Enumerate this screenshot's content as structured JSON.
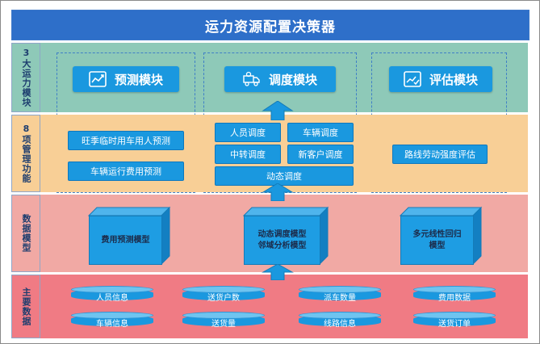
{
  "title": "运力资源配置决策器",
  "rows": {
    "modules_label": "3大运力模块",
    "functions_label": "8项管理功能",
    "models_label": "数据模型",
    "data_label": "主要数据"
  },
  "modules": [
    {
      "label": "预测模块",
      "icon": "chart-trend-icon"
    },
    {
      "label": "调度模块",
      "icon": "truck-gear-icon"
    },
    {
      "label": "评估模块",
      "icon": "chart-check-icon"
    }
  ],
  "functions": {
    "left": [
      "旺季临时用车用人预测",
      "车辆运行费用预测"
    ],
    "middle": [
      "人员调度",
      "车辆调度",
      "中转调度",
      "新客户调度",
      "动态调度"
    ],
    "right": [
      "路线劳动强度评估"
    ]
  },
  "models": [
    {
      "line1": "费用预测模型",
      "line2": ""
    },
    {
      "line1": "动态调度模型",
      "line2": "邻域分析模型"
    },
    {
      "line1": "多元线性回归",
      "line2": "模型"
    }
  ],
  "data_items": [
    [
      "人员信息",
      "送货户数",
      "派车数量",
      "费用数据"
    ],
    [
      "车辆信息",
      "送货量",
      "线路信息",
      "送货订单"
    ]
  ],
  "colors": {
    "title": "#2e6fc9",
    "module_row": "#8ec9b8",
    "function_row": "#f8cf96",
    "model_row": "#f1a9a4",
    "data_row": "#f07b84",
    "button": "#1a98df"
  }
}
